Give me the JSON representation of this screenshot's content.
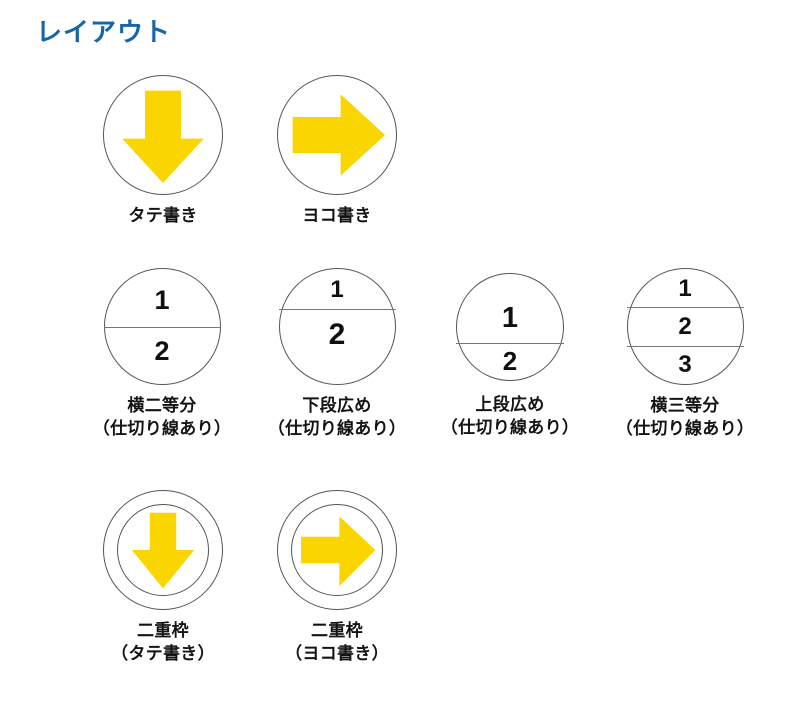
{
  "page": {
    "title": "レイアウト",
    "title_color": "#1565a8",
    "background": "#ffffff",
    "accent_yellow": "#fbd500",
    "outline_gray": "#555555",
    "divider_gray": "#777777"
  },
  "rows": [
    {
      "name": "arrow-row",
      "items": [
        {
          "icon": "down-arrow-icon",
          "caption": "タテ書き"
        },
        {
          "icon": "right-arrow-icon",
          "caption": "ヨコ書き"
        }
      ]
    },
    {
      "name": "split-row",
      "items": [
        {
          "icon": "circle-split-equal-2-icon",
          "caption": "横二等分\n（仕切り線あり）",
          "numbers": [
            "1",
            "2"
          ]
        },
        {
          "icon": "circle-split-bottom-wide-icon",
          "caption": "下段広め\n（仕切り線あり）",
          "numbers": [
            "1",
            "2"
          ]
        },
        {
          "icon": "circle-split-top-wide-icon",
          "caption": "上段広め\n（仕切り線あり）",
          "numbers": [
            "1",
            "2"
          ]
        },
        {
          "icon": "circle-split-equal-3-icon",
          "caption": "横三等分\n（仕切り線あり）",
          "numbers": [
            "1",
            "2",
            "3"
          ]
        }
      ]
    },
    {
      "name": "double-border-row",
      "items": [
        {
          "icon": "double-circle-down-arrow-icon",
          "caption": "二重枠\n（タテ書き）"
        },
        {
          "icon": "double-circle-right-arrow-icon",
          "caption": "二重枠\n（ヨコ書き）"
        }
      ]
    }
  ]
}
